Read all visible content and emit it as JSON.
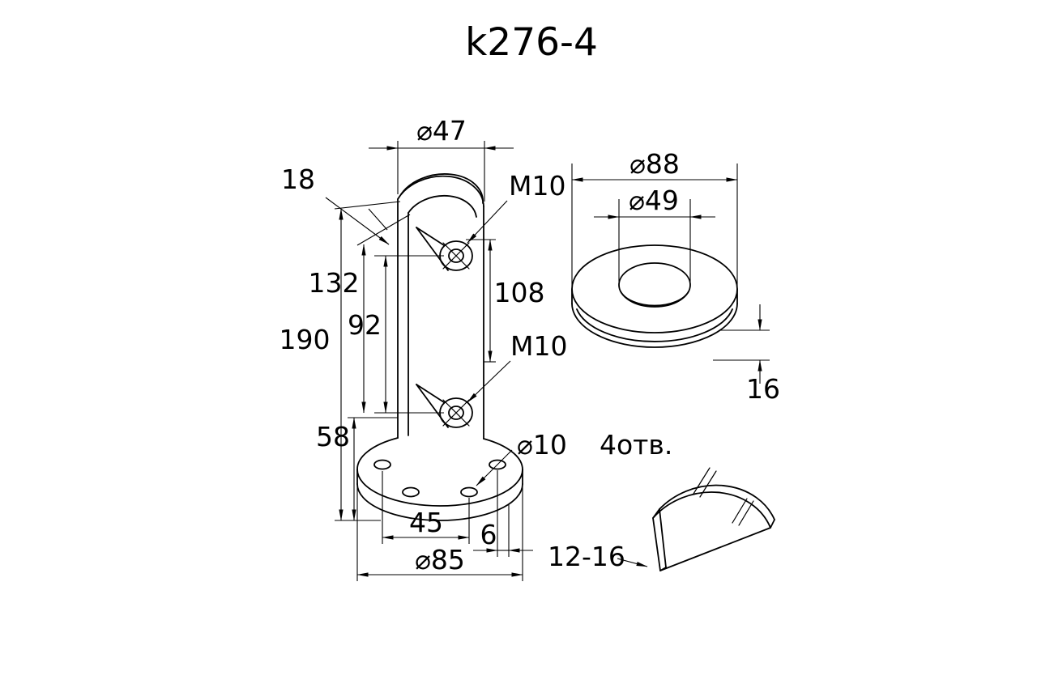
{
  "title": "k276-4",
  "main_view": {
    "dim_top_diameter": "⌀47",
    "dim_cap_thickness": "18",
    "dim_thread_top": "M10",
    "dim_132": "132",
    "dim_92": "92",
    "dim_190": "190",
    "dim_108": "108",
    "dim_thread_bottom": "M10",
    "dim_58": "58",
    "dim_hole_diameter": "⌀10",
    "dim_hole_count": "4отв.",
    "dim_45": "45",
    "dim_6": "6",
    "dim_base_diameter": "⌀85"
  },
  "ring_view": {
    "dim_outer_diameter": "⌀88",
    "dim_inner_diameter": "⌀49",
    "dim_thickness": "16"
  },
  "glass_view": {
    "dim_thickness_range": "12-16"
  },
  "colors": {
    "line": "#000000",
    "background": "#ffffff"
  }
}
